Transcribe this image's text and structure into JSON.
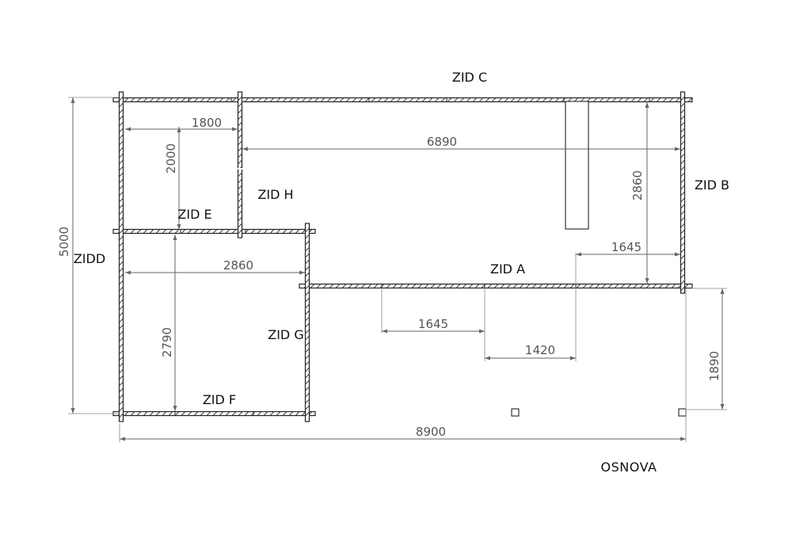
{
  "walls": {
    "zid_a": "ZID A",
    "zid_b": "ZID B",
    "zid_c": "ZID C",
    "zid_d": "ZIDD",
    "zid_e": "ZID E",
    "zid_f": "ZID F",
    "zid_g": "ZID G",
    "zid_h": "ZID H"
  },
  "dimensions": {
    "overall_length": "8900",
    "overall_width": "5000",
    "room1_width": "1800",
    "room1_depth": "2000",
    "main_length": "6890",
    "zid_b_length": "2860",
    "zid_a_offset_top": "1645",
    "room2_width": "2860",
    "room2_depth": "2790",
    "zid_a_segment_1": "1645",
    "zid_a_segment_2": "1420",
    "terrace_depth": "1890"
  },
  "caption": "OSNOVA"
}
